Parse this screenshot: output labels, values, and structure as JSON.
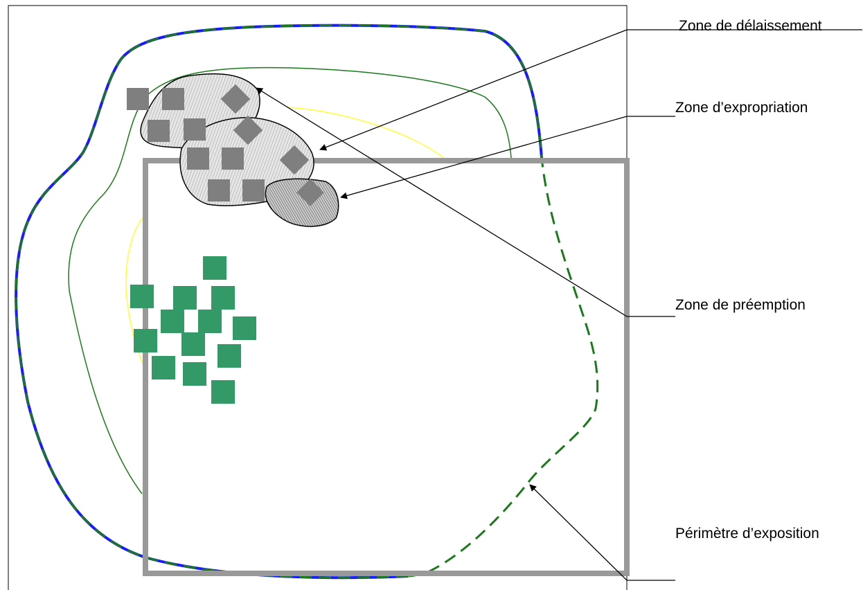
{
  "labels": {
    "delaissement": "Zone de délaissement",
    "expropriation": "Zone d’expropriation",
    "preemption": "Zone de préemption",
    "exposition": "Périmètre d’exposition"
  },
  "colors": {
    "frame": "#000000",
    "exposure_rect": "#999999",
    "outer_solid": "#1a1aff",
    "outer_dashed": "#1a7a1a",
    "inner_green": "#1a7a1a",
    "yellow_line": "#ffff33",
    "building_gray": "#7f7f7f",
    "building_green": "#339966",
    "zone_fill": "#cfcfcf",
    "zone_dark_fill": "#b5b5b5"
  }
}
